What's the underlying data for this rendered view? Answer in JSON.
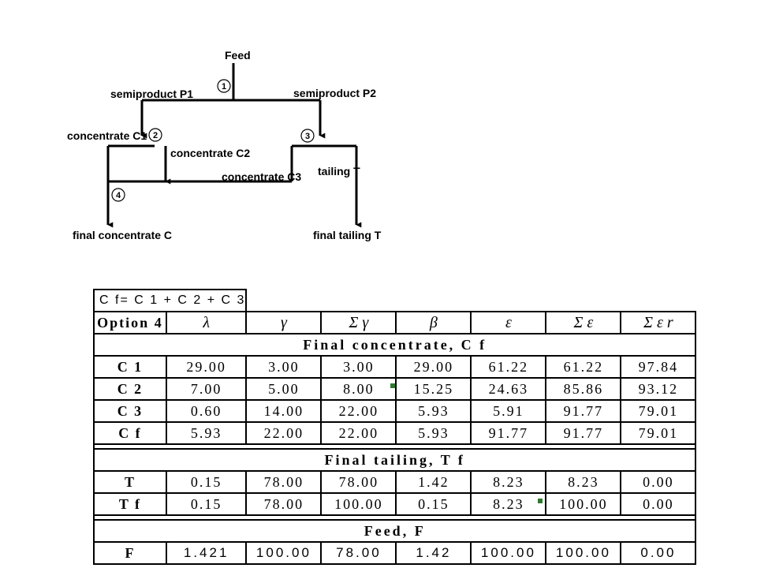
{
  "flowsheet": {
    "feed": "Feed",
    "semiproduct_p1": "semiproduct P1",
    "semiproduct_p2": "semiproduct P2",
    "concentrate_c1": "concentrate C1",
    "concentrate_c2": "concentrate C2",
    "concentrate_c3": "concentrate C3",
    "tailing_t": "tailing T",
    "final_concentrate": "final concentrate C",
    "final_tailing": "final tailing T",
    "nodes": [
      "1",
      "2",
      "3",
      "4"
    ]
  },
  "table": {
    "formula": "C f= C 1 + C 2 + C 3",
    "option": "Option 4",
    "headers": [
      "λ",
      "γ",
      "Σ γ",
      "β",
      "ε",
      "Σ ε",
      "Σ ε r"
    ],
    "section_concentrate": "Final concentrate, C f",
    "section_tailing": "Final tailing, T f",
    "section_feed": "Feed, F",
    "rows": [
      {
        "name": "C 1",
        "values": [
          "29.00",
          "3.00",
          "3.00",
          "29.00",
          "61.22",
          "61.22",
          "97.84"
        ]
      },
      {
        "name": "C 2",
        "values": [
          "7.00",
          "5.00",
          "8.00",
          "15.25",
          "24.63",
          "85.86",
          "93.12"
        ]
      },
      {
        "name": "C 3",
        "values": [
          "0.60",
          "14.00",
          "22.00",
          "5.93",
          "5.91",
          "91.77",
          "79.01"
        ]
      },
      {
        "name": "C f",
        "values": [
          "5.93",
          "22.00",
          "22.00",
          "5.93",
          "91.77",
          "91.77",
          "79.01"
        ]
      },
      {
        "name": "T",
        "values": [
          "0.15",
          "78.00",
          "78.00",
          "1.42",
          "8.23",
          "8.23",
          "0.00"
        ]
      },
      {
        "name": "T f",
        "values": [
          "0.15",
          "78.00",
          "100.00",
          "0.15",
          "8.23",
          "100.00",
          "0.00"
        ]
      },
      {
        "name": "F",
        "values": [
          "1.421",
          "100.00",
          "78.00",
          "1.42",
          "100.00",
          "100.00",
          "0.00"
        ]
      }
    ]
  }
}
